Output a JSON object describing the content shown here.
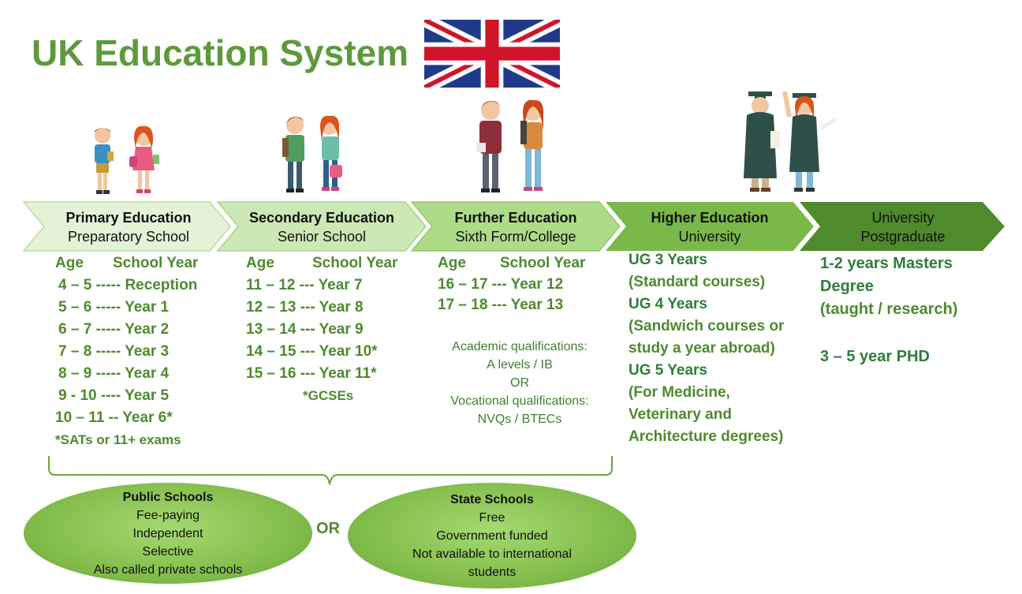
{
  "title": "UK Education System",
  "colors": {
    "title": "#5e9a3b",
    "stage1": "#e4f3d8",
    "stage2": "#cce8b4",
    "stage3": "#aedb88",
    "stage4": "#7ab84a",
    "stage5": "#4f8a2c",
    "text_green": "#4e8a2e"
  },
  "icons": [
    "uk-flag-icon",
    "primary-children-icon",
    "secondary-students-icon",
    "further-students-icon",
    "graduates-icon",
    "brace-icon"
  ],
  "stages": [
    {
      "heading": "Primary Education",
      "sub": "Preparatory School"
    },
    {
      "heading": "Secondary Education",
      "sub": "Senior School"
    },
    {
      "heading": "Further Education",
      "sub": "Sixth Form/College"
    },
    {
      "heading": "Higher Education",
      "sub": "University"
    },
    {
      "heading": "University",
      "sub": "Postgraduate"
    }
  ],
  "primary": {
    "age_label": "Age",
    "year_label": "School Year",
    "rows": [
      "4 – 5 ----- Reception",
      "5 – 6 ----- Year 1",
      "6 – 7 ----- Year 2",
      "7 – 8 ----- Year 3",
      "8 – 9 ----- Year 4",
      "9 - 10 ---- Year 5",
      "10 – 11 -- Year 6*"
    ],
    "note": "*SATs or 11+ exams"
  },
  "secondary": {
    "age_label": "Age",
    "year_label": "School Year",
    "rows": [
      "11 – 12 --- Year 7",
      "12 – 13 --- Year 8",
      "13 – 14 --- Year 9",
      "14 – 15 --- Year 10*",
      "15 – 16 --- Year 11*"
    ],
    "note": "*GCSEs"
  },
  "further": {
    "age_label": "Age",
    "year_label": "School Year",
    "rows": [
      "16 – 17 --- Year 12",
      "17 – 18 --- Year 13"
    ],
    "quals": [
      "Academic qualifications:",
      "A levels / IB",
      "OR",
      "Vocational qualifications:",
      "NVQs / BTECs"
    ]
  },
  "higher": {
    "lines": [
      "UG 3 Years",
      "(Standard courses)",
      "UG 4 Years",
      "(Sandwich courses or",
      "study a year abroad)",
      "UG 5 Years",
      "(For Medicine,",
      "Veterinary and",
      "Architecture degrees)"
    ]
  },
  "postgrad": {
    "lines": [
      "1-2 years Masters",
      "Degree",
      "(taught / research)"
    ],
    "phd": "3 – 5 year PHD"
  },
  "public_schools": {
    "heading": "Public Schools",
    "lines": [
      "Fee-paying",
      "Independent",
      "Selective",
      "Also called private schools"
    ]
  },
  "or_label": "OR",
  "state_schools": {
    "heading": "State Schools",
    "lines": [
      "Free",
      "Government funded",
      "Not available to international",
      "students"
    ]
  }
}
